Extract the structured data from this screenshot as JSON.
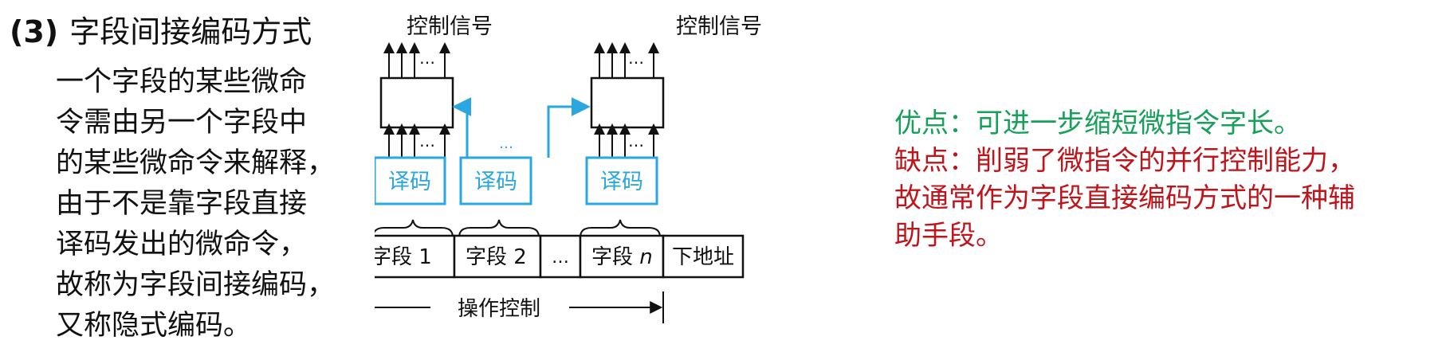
{
  "heading": {
    "number": "(3)",
    "title": "字段间接编码方式"
  },
  "description_lines": [
    "一个字段的某些微命",
    "令需由另一个字段中",
    "的某些微命令来解释，",
    "由于不是靠字段直接",
    "译码发出的微命令，",
    "故称为字段间接编码，",
    "又称隐式编码。"
  ],
  "diagram": {
    "signal_label_left": "控制信号",
    "signal_label_right": "控制信号",
    "ellipsis": "…",
    "decoders": [
      "译码",
      "译码",
      "译码"
    ],
    "fields": {
      "f1_text": "字段",
      "f1_num": "1",
      "f2_text": "字段",
      "f2_num": "2",
      "f3": "…",
      "fn_text": "字段",
      "fn_var": "n",
      "next_address": "下地址"
    },
    "operation_control": "操作控制",
    "colors": {
      "decoder_accent": "#2aa7e0",
      "line": "#111111"
    }
  },
  "notes": {
    "pros": "优点：可进一步缩短微指令字长。",
    "cons_lines": [
      "缺点：削弱了微指令的并行控制能力，",
      "故通常作为字段直接编码方式的一种辅",
      "助手段。"
    ],
    "colors": {
      "pros": "#16a05a",
      "cons": "#c0141b"
    }
  }
}
